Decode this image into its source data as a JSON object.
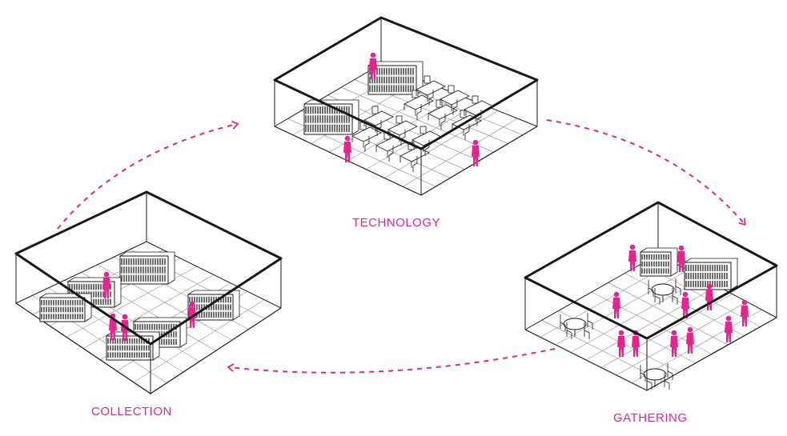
{
  "diagram": {
    "accent_color": "#e6238f",
    "line_color": "#1a1a1a",
    "rooms": [
      {
        "id": "technology",
        "label": "TECHNOLOGY",
        "content": [
          "bookshelves",
          "computer-desks",
          "chairs",
          "people"
        ]
      },
      {
        "id": "gathering",
        "label": "GATHERING",
        "content": [
          "bookshelves",
          "round-tables",
          "chairs",
          "people"
        ]
      },
      {
        "id": "collection",
        "label": "COLLECTION",
        "content": [
          "bookshelves",
          "people"
        ]
      }
    ],
    "cycle": [
      "collection",
      "technology",
      "gathering",
      "collection"
    ],
    "arrow_style": "dashed-curved"
  }
}
